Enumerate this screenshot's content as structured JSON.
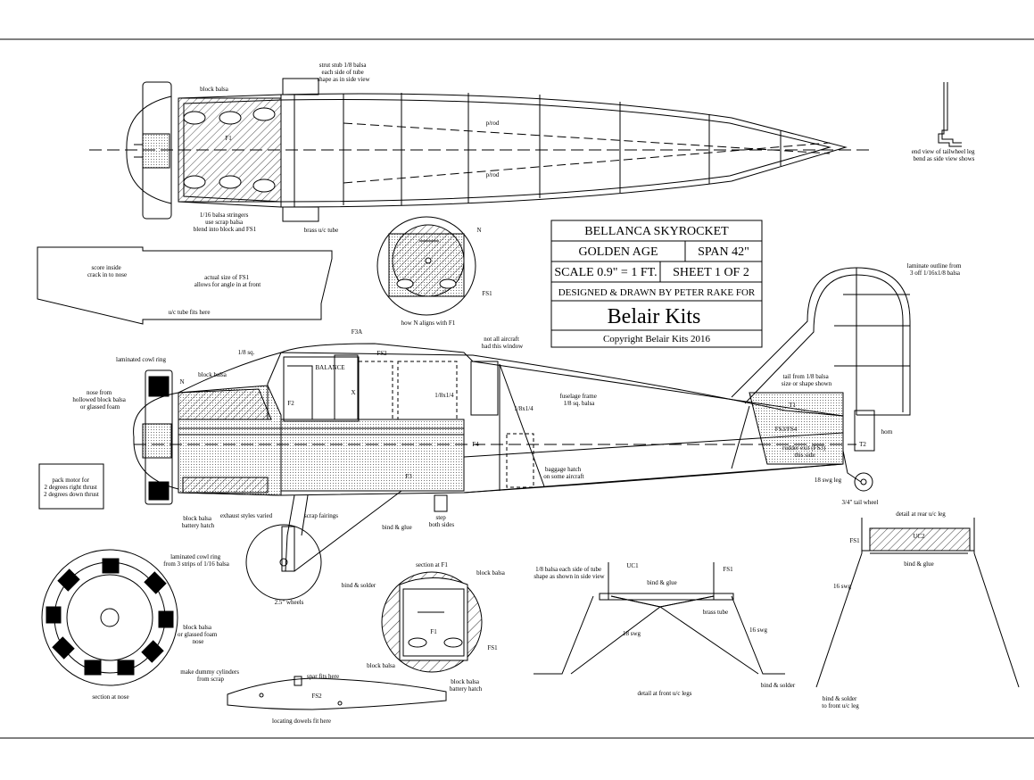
{
  "title_block": {
    "model": "BELLANCA SKYROCKET",
    "class": "GOLDEN AGE",
    "span": "SPAN 42\"",
    "scale": "SCALE 0.9\" = 1 FT.",
    "sheet": "SHEET 1 OF 2",
    "designer": "DESIGNED & DRAWN BY PETER RAKE FOR",
    "company": "Belair Kits",
    "copyright": "Copyright Belair Kits 2016"
  },
  "labels": {
    "strut_stub": [
      "strut stub 1/8 balsa",
      "each side of tube",
      "shape as in side view"
    ],
    "block_balsa_top": "block balsa",
    "f1_top": "F1",
    "prod_1": "p/rod",
    "prod_2": "p/rod",
    "stringers": [
      "1/16 balsa stringers",
      "use scrap balsa",
      "blend into block and FS1"
    ],
    "brass_tube": "brass u/c tube",
    "tailwheel_leg": [
      "end view of tailwheel leg",
      "bend as side view shows"
    ],
    "score_inside": [
      "score inside",
      "crack in to nose"
    ],
    "fs1_actual": [
      "actual size of FS1",
      "allows for angle in at front"
    ],
    "uc_tube_fits": "u/c tube fits here",
    "n_circle": "N",
    "fs1_circle": "FS1",
    "n_aligns": "how N aligns with F1",
    "laminate_outline": [
      "laminate outline from",
      "3 off 1/16x1/8 balsa"
    ],
    "laminated_cowl": "laminated cowl ring",
    "n_side": "N",
    "nose_from": [
      "nose from",
      "hollowed block balsa",
      "or glassed foam"
    ],
    "block_balsa_side": "block balsa",
    "eighth_sq": "1/8 sq.",
    "f3a": "F3A",
    "fs2_side": "FS2",
    "balance": "BALANCE",
    "x_mark": "X",
    "f2": "F2",
    "f3": "F3",
    "f4": "F4",
    "not_all": [
      "not all aircraft",
      "had this window"
    ],
    "eighth_quarter_1": "1/8x1/4",
    "eighth_quarter_2": "1/8x1/4",
    "fuselage_frame": [
      "fuselage frame",
      "1/8 sq. balsa"
    ],
    "tail_from": [
      "tail from 1/8 balsa",
      "size or shape shown"
    ],
    "t1": "T1",
    "t2": "T2",
    "horn": "horn",
    "fs3_fs4": "FS3/FS4",
    "rudder_exit": [
      "rudder exit (FS3)",
      "this side"
    ],
    "swg18_leg": "18 swg leg",
    "tail_wheel": "3/4\" tail wheel",
    "baggage": [
      "baggage hatch",
      "on some aircraft"
    ],
    "pack_motor": [
      "pack motor for",
      "2 degrees right thrust",
      "2 degrees down thrust"
    ],
    "block_battery": [
      "block balsa",
      "battery hatch"
    ],
    "exhaust": "exhaust styles varied",
    "scrap_fairings": "scrap fairings",
    "bind_glue_side": "bind & glue",
    "step": [
      "step",
      "both sides"
    ],
    "bind_solder_wheel": "bind & solder",
    "wheels": "2.5\" wheels",
    "cowl_ring_note": [
      "laminated cowl ring",
      "from 3 strips of 1/16 balsa"
    ],
    "block_foam_nose": [
      "block balsa",
      "or glassed foam",
      "nose"
    ],
    "dummy_cyl": [
      "make dummy cylinders",
      "from scrap"
    ],
    "section_nose": "section at nose",
    "section_f1": "section at F1",
    "block_balsa_f1": "block balsa",
    "f1_sec": "F1",
    "fs1_sec": "FS1",
    "block_balsa_f1_low": "block balsa",
    "block_battery_f1": [
      "block balsa",
      "battery hatch"
    ],
    "spar_fits": "spar fits here",
    "fs2_part": "FS2",
    "dowels": "locating dowels fit here",
    "eighth_balsa_tube": [
      "1/8 balsa each side of tube",
      "shape as shown in side view"
    ],
    "uc1_front": "UC1",
    "fs1_front": "FS1",
    "bind_glue_front": "bind & glue",
    "brass_tube_front": "brass tube",
    "swg18_front": "18 swg",
    "swg16_front": "16 swg",
    "bind_solder_front": "bind & solder",
    "detail_front": "detail at front u/c legs",
    "detail_rear": "detail at rear u/c leg",
    "fs1_rear": "FS1",
    "uc2_rear": "UC2",
    "bind_glue_rear": "bind & glue",
    "swg16_rear": "16 swg",
    "bind_solder_rear": [
      "bind & solder",
      "to front u/c leg"
    ]
  }
}
